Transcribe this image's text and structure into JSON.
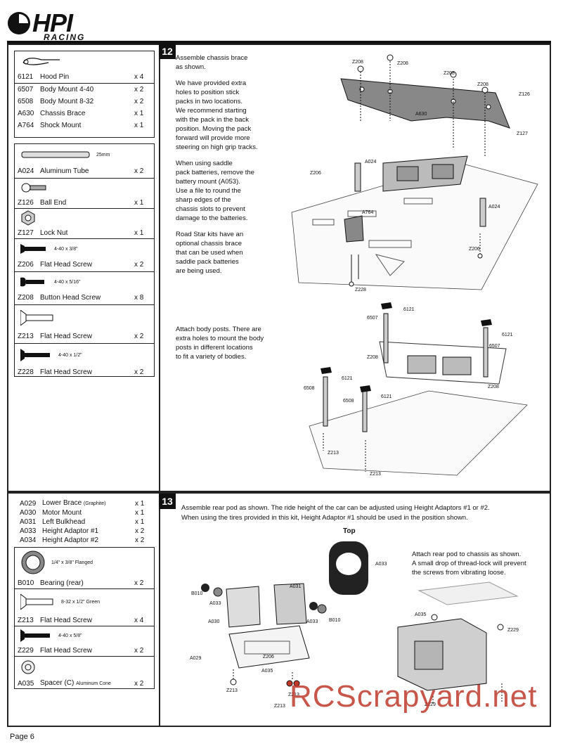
{
  "header": {
    "brand": "HPI",
    "brand_sub": "RACING"
  },
  "step12": {
    "number": "12",
    "parts_group1": [
      {
        "code": "6121",
        "desc": "Hood Pin",
        "qty": "x 4"
      },
      {
        "code": "6507",
        "desc": "Body Mount 4-40",
        "qty": "x 2"
      },
      {
        "code": "6508",
        "desc": "Body Mount 8-32",
        "qty": "x 2"
      },
      {
        "code": "A630",
        "desc": "Chassis Brace",
        "qty": "x 1"
      },
      {
        "code": "A764",
        "desc": "Shock Mount",
        "qty": "x 1"
      }
    ],
    "parts_group2": [
      {
        "code": "A024",
        "desc": "Aluminum Tube",
        "qty": "x 2",
        "spec": "25mm"
      },
      {
        "code": "Z126",
        "desc": "Ball End",
        "qty": "x 1",
        "spec": ""
      },
      {
        "code": "Z127",
        "desc": "Lock Nut",
        "qty": "x 1",
        "spec": ""
      },
      {
        "code": "Z206",
        "desc": "Flat Head Screw",
        "qty": "x 2",
        "spec": "4-40 x 3/8\""
      },
      {
        "code": "Z208",
        "desc": "Button Head Screw",
        "qty": "x 8",
        "spec": "4-40 x 5/16\""
      },
      {
        "code": "Z213",
        "desc": "Flat Head Screw",
        "qty": "x 2",
        "spec": ""
      },
      {
        "code": "Z228",
        "desc": "Flat Head Screw",
        "qty": "x 2",
        "spec": "4-40 x 1/2\""
      }
    ],
    "instr1": [
      "Assemble chassis brace",
      "as shown.",
      "",
      "We have provided extra",
      "holes to position stick",
      "packs in two locations.",
      "We recommend starting",
      "with the pack in the back",
      "position. Moving the pack",
      "forward will provide more",
      "steering on high grip tracks.",
      "",
      "When using saddle",
      "pack batteries, remove the",
      "battery mount (A053).",
      "Use a file to round the",
      "sharp edges of the",
      "chassis slots to prevent",
      "damage to the batteries.",
      "",
      "Road Star kits have an",
      "optional chassis brace",
      "that can be used when",
      "saddle pack batteries",
      "are being used."
    ],
    "instr2": [
      "Attach body posts. There are",
      "extra holes to mount the body",
      "posts in different locations",
      "to fit a variety of bodies."
    ],
    "diagram1_labels": [
      "Z208",
      "Z208",
      "Z208",
      "Z208",
      "Z126",
      "A630",
      "Z127",
      "A024",
      "Z206",
      "A764",
      "A024",
      "Z206",
      "Z228"
    ],
    "diagram2_labels": [
      "6121",
      "6507",
      "6121",
      "6507",
      "Z208",
      "Z208",
      "6121",
      "6508",
      "6508",
      "6121",
      "Z213",
      "Z213"
    ]
  },
  "step13": {
    "number": "13",
    "parts_group1": [
      {
        "code": "A029",
        "desc": "Lower Brace",
        "note": "(Graphite)",
        "qty": "x 1"
      },
      {
        "code": "A030",
        "desc": "Motor Mount",
        "note": "",
        "qty": "x 1"
      },
      {
        "code": "A031",
        "desc": "Left Bulkhead",
        "note": "",
        "qty": "x 1"
      },
      {
        "code": "A033",
        "desc": "Height Adaptor #1",
        "note": "",
        "qty": "x 2"
      },
      {
        "code": "A034",
        "desc": "Height Adaptor #2",
        "note": "",
        "qty": "x 2"
      }
    ],
    "parts_group2": [
      {
        "code": "B010",
        "desc": "Bearing (rear)",
        "qty": "x 2",
        "spec": "1/4\" x 3/8\" Flanged",
        "note": ""
      },
      {
        "code": "Z213",
        "desc": "Flat Head Screw",
        "qty": "x 4",
        "spec": "8-32 x 1/2\" Green",
        "note": ""
      },
      {
        "code": "Z229",
        "desc": "Flat Head Screw",
        "qty": "x 2",
        "spec": "4-40 x 5/8\"",
        "note": ""
      },
      {
        "code": "A035",
        "desc": "Spacer (C)",
        "qty": "x 2",
        "spec": "",
        "note": "Aluminum Cone"
      }
    ],
    "instr1": "Assemble rear pod as shown. The ride height of the car can be adjusted using Height Adaptors #1 or #2.",
    "instr2": "When using the tires provided in this kit, Height Adaptor #1 should be used in the position shown.",
    "top_label": "Top",
    "instr3": [
      "Attach rear pod to chassis as shown.",
      "A small drop of thread-lock will prevent",
      "the screws from vibrating loose."
    ],
    "diagram_labels": [
      "A033",
      "B010",
      "A033",
      "A031",
      "A030",
      "A033",
      "B010",
      "A029",
      "Z206",
      "Z213",
      "Z213",
      "Z213",
      "A035",
      "A035",
      "Z229",
      "Z229"
    ]
  },
  "watermark": "RCScrapyard.net",
  "footer": {
    "page": "Page 6"
  }
}
